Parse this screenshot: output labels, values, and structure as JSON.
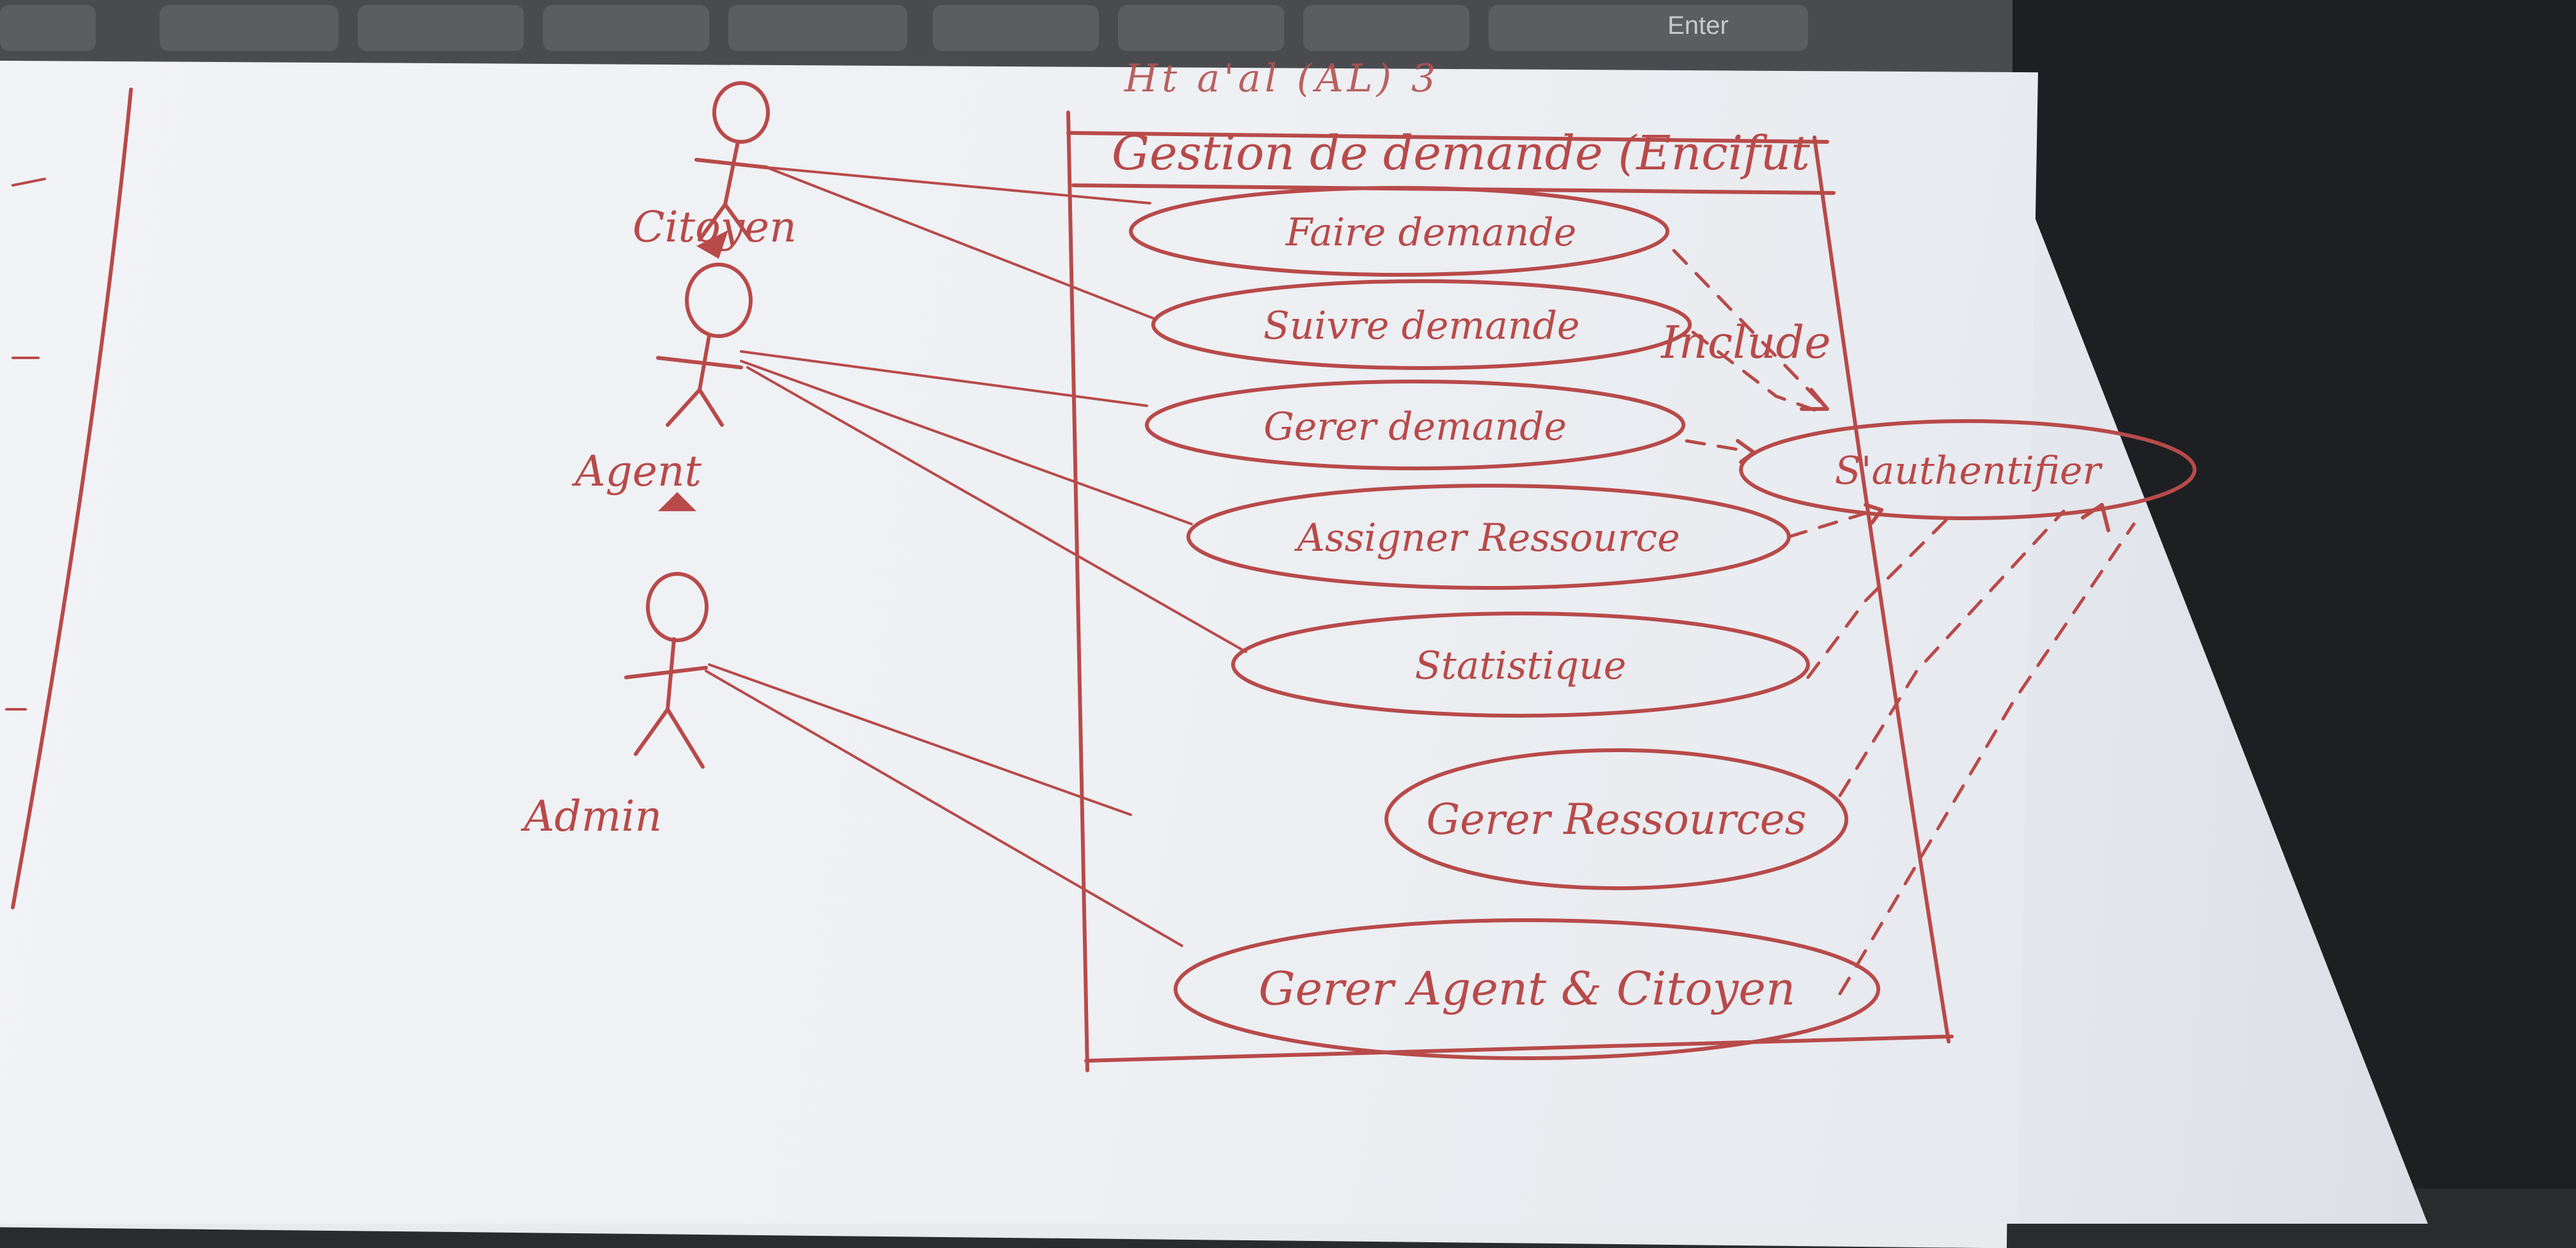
{
  "background": {
    "enter_key_label": "Enter"
  },
  "diagram": {
    "page_title": "Ht a'al (AL) 3",
    "system_title": "Gestion de demande (Encifut",
    "actors": [
      "Citoyen",
      "Agent",
      "Admin"
    ],
    "use_cases": [
      "Faire demande",
      "Suivre demande",
      "Gerer demande",
      "Assigner Ressource",
      "Statistique",
      "Gerer Ressources",
      "Gerer Agent & Citoyen"
    ],
    "authenticate_label": "S'authentifier",
    "include_label": "Include"
  },
  "colors": {
    "ink": "#b84a4a",
    "paper": "#eef0f3",
    "background": "#2a2b2e"
  }
}
